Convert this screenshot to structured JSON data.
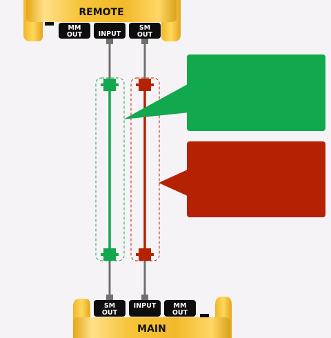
{
  "devices": {
    "remote": {
      "name": "REMOTE",
      "ports": [
        {
          "line1": "MM",
          "line2": "OUT"
        },
        {
          "line1": "INPUT",
          "line2": ""
        },
        {
          "line1": "SM",
          "line2": "OUT"
        }
      ]
    },
    "main": {
      "name": "MAIN",
      "ports": [
        {
          "line1": "SM",
          "line2": "OUT"
        },
        {
          "line1": "INPUT",
          "line2": ""
        },
        {
          "line1": "MM",
          "line2": "OUT"
        }
      ]
    }
  },
  "callouts": {
    "green": {
      "text": ""
    },
    "red": {
      "text": ""
    }
  },
  "colors": {
    "background": "#f6f3f6",
    "device_gold": "#f5c12e",
    "device_gold_light": "#ffe58c",
    "device_gold_dark": "#d9a21a",
    "port_black": "#0d0d0d",
    "grey_cable": "#707070",
    "green": "#12a84e",
    "red": "#b52203"
  }
}
